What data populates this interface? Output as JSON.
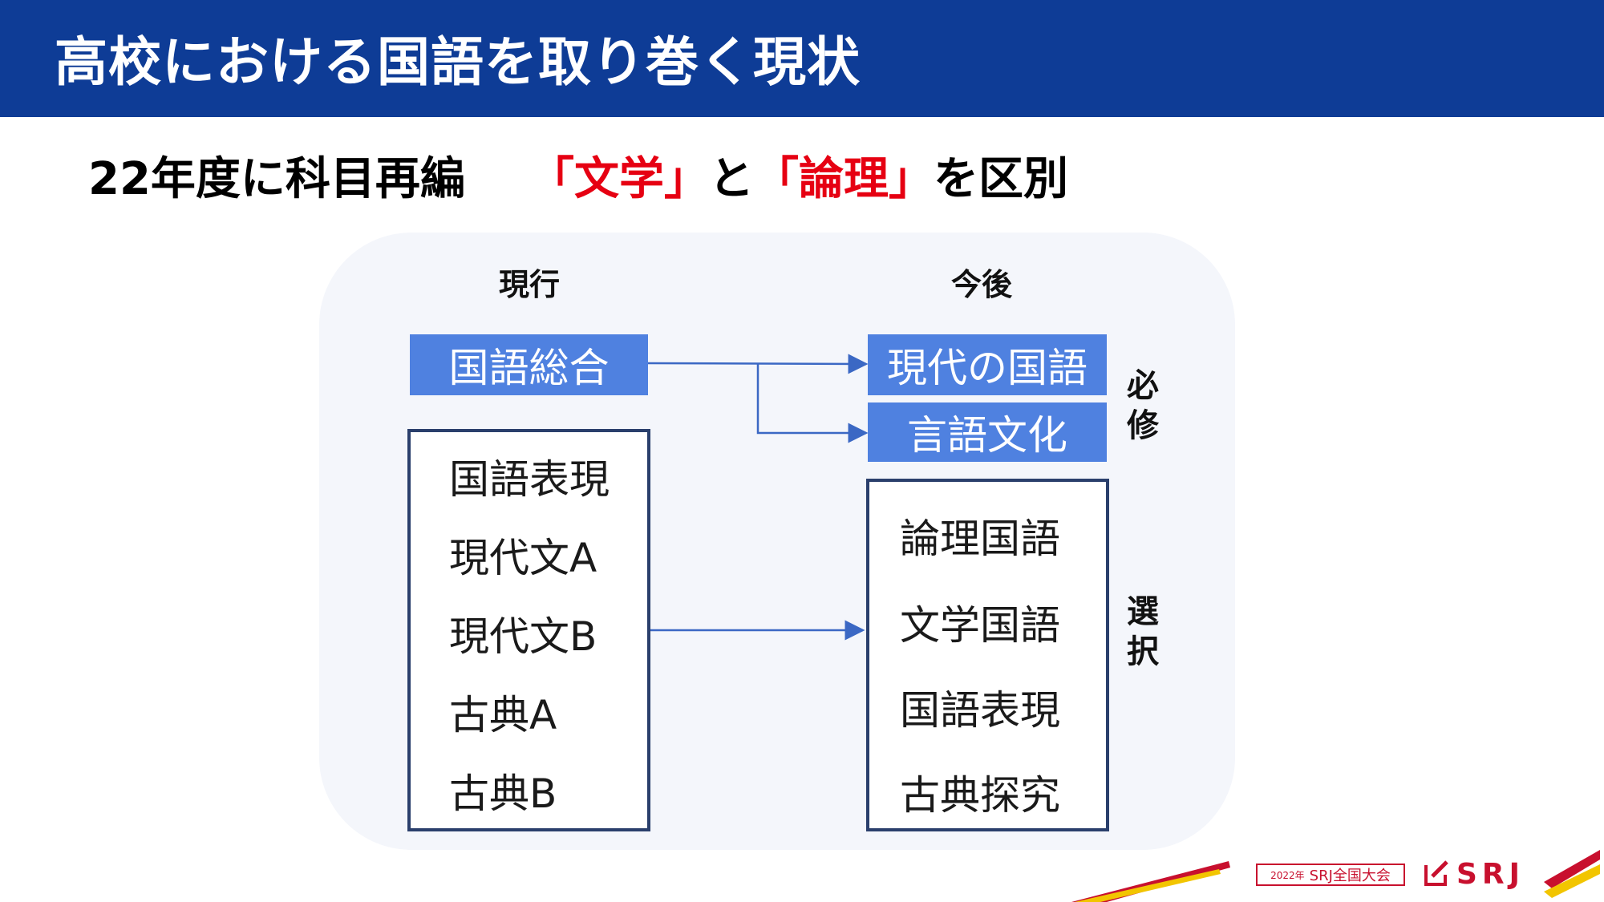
{
  "header": {
    "title": "高校における国語を取り巻く現状"
  },
  "subtitle": {
    "lead": "22年度に科目再編",
    "part1": "「文学」",
    "middle": "と",
    "part2": "「論理」",
    "tail": "を区別"
  },
  "diagram": {
    "current_heading": "現行",
    "future_heading": "今後",
    "current_required": "国語総合",
    "current_electives": [
      "国語表現",
      "現代文A",
      "現代文B",
      "古典A",
      "古典B"
    ],
    "future_required": [
      "現代の国語",
      "言語文化"
    ],
    "future_electives": [
      "論理国語",
      "文学国語",
      "国語表現",
      "古典探究"
    ],
    "label_required": "必修",
    "label_elective": "選択",
    "colors": {
      "blue_box": "#4f81e0",
      "arrow": "#3b68c4",
      "outline": "#2a3f6c"
    }
  },
  "footer": {
    "badge_year": "2022年",
    "badge_text": "SRJ全国大会",
    "logo_text": "SRJ"
  }
}
